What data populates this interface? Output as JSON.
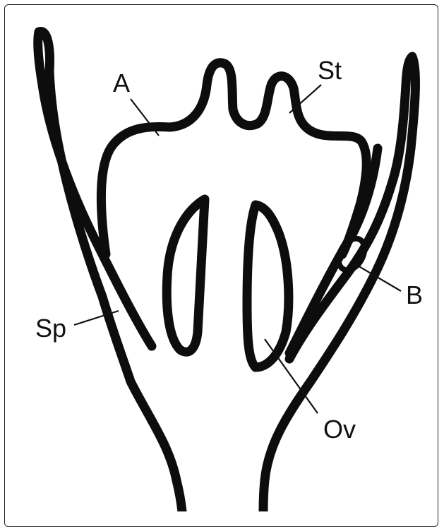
{
  "labels": {
    "anther": "A",
    "stamen": "St",
    "bract": "B",
    "sepal": "Sp",
    "ovary": "Ov"
  },
  "colors": {
    "stroke": "#0d0d0d",
    "background": "#ffffff",
    "frame": "#222222"
  }
}
